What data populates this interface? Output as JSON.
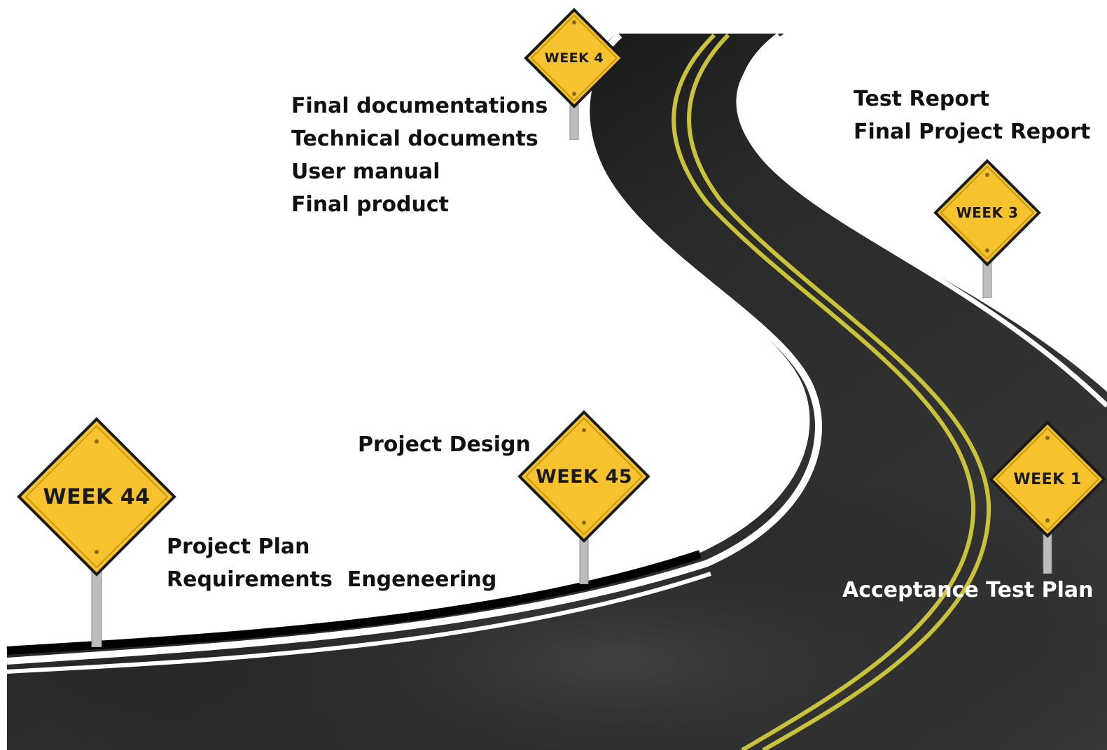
{
  "milestones": [
    {
      "sign": "WEEK 44",
      "items": [
        "Project Plan",
        "Requirements  Engeneering"
      ]
    },
    {
      "sign": "WEEK 45",
      "items": [
        "Project Design"
      ]
    },
    {
      "sign": "WEEK 1",
      "items": [
        "Acceptance Test Plan"
      ]
    },
    {
      "sign": "WEEK 3",
      "items": [
        "Test Report",
        "Final Project Report"
      ]
    },
    {
      "sign": "WEEK 4",
      "items": [
        "Final documentations",
        "Technical documents",
        "User manual",
        "Final product"
      ]
    }
  ],
  "colors": {
    "road": "#2b2b2b",
    "road_dark": "#0d0d0d",
    "edge_line": "#ffffff",
    "center_line": "#c9c33a",
    "sign_fill": "#f6c22e",
    "sign_border": "#1a1a1a",
    "background": "#ffffff"
  },
  "icons": {
    "sign": "diamond-road-sign-icon",
    "post": "sign-post-icon"
  }
}
